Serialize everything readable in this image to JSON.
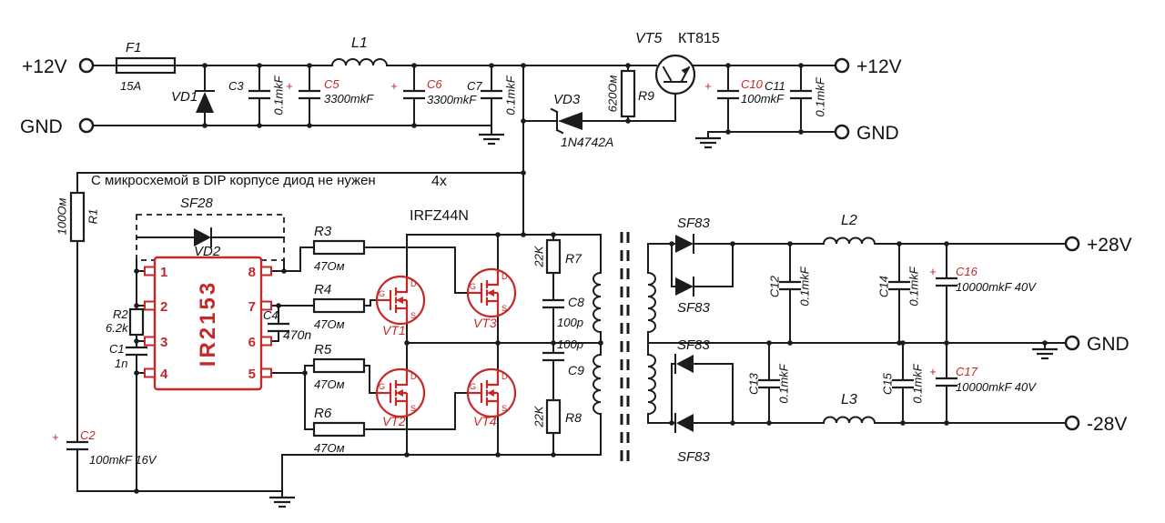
{
  "labels": {
    "plus": "+",
    "note": "С микросхемой в DIP корпусе диод не нужен",
    "fet_count": "4x",
    "fet_part": "IRFZ44N",
    "fet_pins": {
      "g": "G",
      "d": "D",
      "s": "S"
    },
    "terminals": {
      "in_pos": "+12V",
      "in_gnd": "GND",
      "out_12v": "+12V",
      "out_12v_gnd": "GND",
      "out_pos": "+28V",
      "out_gnd": "GND",
      "out_neg": "-28V"
    },
    "components": {
      "f1": {
        "ref": "F1",
        "value": "15A"
      },
      "vd1": {
        "ref": "VD1"
      },
      "c3": {
        "ref": "C3",
        "value": "0.1mkF"
      },
      "c5": {
        "ref": "C5",
        "value": "3300mkF"
      },
      "l1": {
        "ref": "L1"
      },
      "c6": {
        "ref": "C6",
        "value": "3300mkF"
      },
      "c7": {
        "ref": "C7",
        "value": "0.1mkF"
      },
      "vd3": {
        "ref": "VD3",
        "value": "1N4742A"
      },
      "r9": {
        "ref": "R9",
        "value": "620Ом"
      },
      "vt5": {
        "ref": "VT5",
        "value": "КТ815"
      },
      "c10": {
        "ref": "C10",
        "value": "100mkF"
      },
      "c11": {
        "ref": "C11",
        "value": "0.1mkF"
      },
      "r1": {
        "ref": "R1",
        "value": "100Ом"
      },
      "c2": {
        "ref": "C2",
        "value": "100mkF 16V"
      },
      "vd2": {
        "ref": "VD2",
        "part": "SF28"
      },
      "ic1": {
        "ref": "IR2153",
        "pins": [
          "1",
          "2",
          "3",
          "4",
          "5",
          "6",
          "7",
          "8"
        ]
      },
      "r2": {
        "ref": "R2",
        "value": "6.2k"
      },
      "c1": {
        "ref": "C1",
        "value": "1n"
      },
      "c4": {
        "ref": "C4",
        "value": "470n"
      },
      "r3": {
        "ref": "R3",
        "value": "47Ом"
      },
      "r4": {
        "ref": "R4",
        "value": "47Ом"
      },
      "r5": {
        "ref": "R5",
        "value": "47Ом"
      },
      "r6": {
        "ref": "R6",
        "value": "47Ом"
      },
      "vt1": {
        "ref": "VT1"
      },
      "vt2": {
        "ref": "VT2"
      },
      "vt3": {
        "ref": "VT3"
      },
      "vt4": {
        "ref": "VT4"
      },
      "r7": {
        "ref": "R7",
        "value": "22K"
      },
      "c8": {
        "ref": "C8",
        "value": "100p"
      },
      "c9": {
        "ref": "C9",
        "value": "100p"
      },
      "r8": {
        "ref": "R8",
        "value": "22K"
      },
      "sf83": {
        "ref": "SF83"
      },
      "c12": {
        "ref": "C12",
        "value": "0.1mkF"
      },
      "c13": {
        "ref": "C13",
        "value": "0.1mkF"
      },
      "c14": {
        "ref": "C14",
        "value": "0.1mkF"
      },
      "c15": {
        "ref": "C15",
        "value": "0.1mkF"
      },
      "c16": {
        "ref": "C16",
        "value": "10000mkF 40V"
      },
      "c17": {
        "ref": "C17",
        "value": "10000mkF 40V"
      },
      "l2": {
        "ref": "L2"
      },
      "l3": {
        "ref": "L3"
      }
    }
  },
  "colors": {
    "wire": "#1c1c1c",
    "accent": "#c62828",
    "background": "#ffffff"
  }
}
